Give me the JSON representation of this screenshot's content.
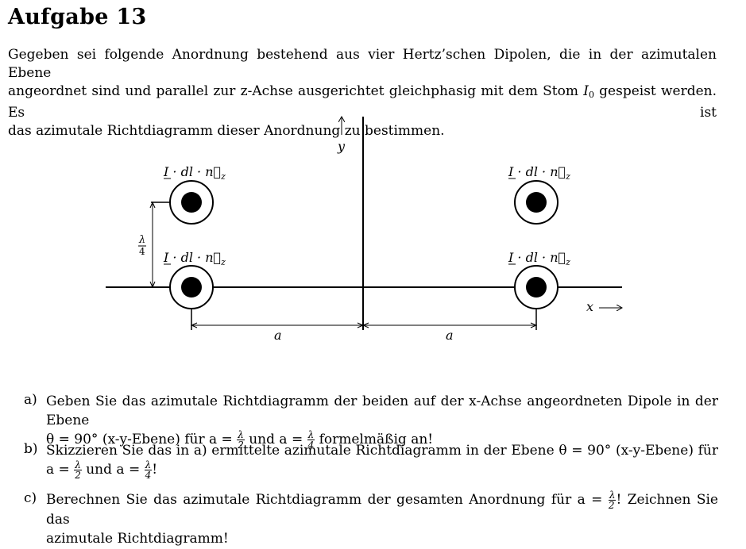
{
  "title": "Aufgabe 13",
  "intro": {
    "line1": "Gegeben sei folgende Anordnung bestehend aus vier Hertz’schen Dipolen, die in der azimutalen Ebene",
    "line2_pre": "angeordnet sind und parallel zur z-Achse ausgerichtet gleichphasig mit dem Stom",
    "line2_sym": "I",
    "line2_sub": "0",
    "line2_post": "gespeist werden. Es ist",
    "line3": "das azimutale Richtdiagramm dieser Anordnung zu bestimmen."
  },
  "figure": {
    "y_label": "y",
    "x_label": "x",
    "dipole_label": "I · dl · n⃗",
    "dipole_sub": "z",
    "spacing_num": "λ",
    "spacing_den": "4",
    "a_label": "a"
  },
  "questions": [
    {
      "label": "a)",
      "l1": "Geben Sie das azimutale Richtdiagramm der beiden auf der x-Achse angeordneten Dipole in der Ebene",
      "l2_a": "θ = 90° (x-y-Ebene) für a =",
      "l2_b": "und a =",
      "l2_c": "formelmäßig an!"
    },
    {
      "label": "b)",
      "l1": "Skizzieren Sie das in a) ermittelte azimutale Richtdiagramm in der Ebene θ = 90° (x-y-Ebene) für",
      "l2_a": "a =",
      "l2_b": "und a =",
      "l2_c": "!"
    },
    {
      "label": "c)",
      "l1_a": "Berechnen Sie das azimutale Richtdiagramm der gesamten Anordnung für a =",
      "l1_b": "! Zeichnen Sie das",
      "l2": "azimutale Richtdiagramm!"
    }
  ],
  "frac": {
    "num": "λ",
    "den2": "2",
    "den4": "4"
  }
}
